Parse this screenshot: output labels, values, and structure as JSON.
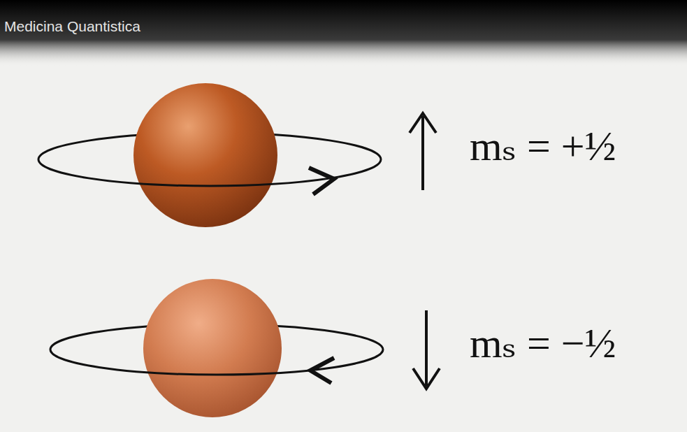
{
  "diagram": {
    "labels": [
      "Medicina Quantistica",
      "mₛ = +½",
      "mₛ = −½"
    ]
  }
}
